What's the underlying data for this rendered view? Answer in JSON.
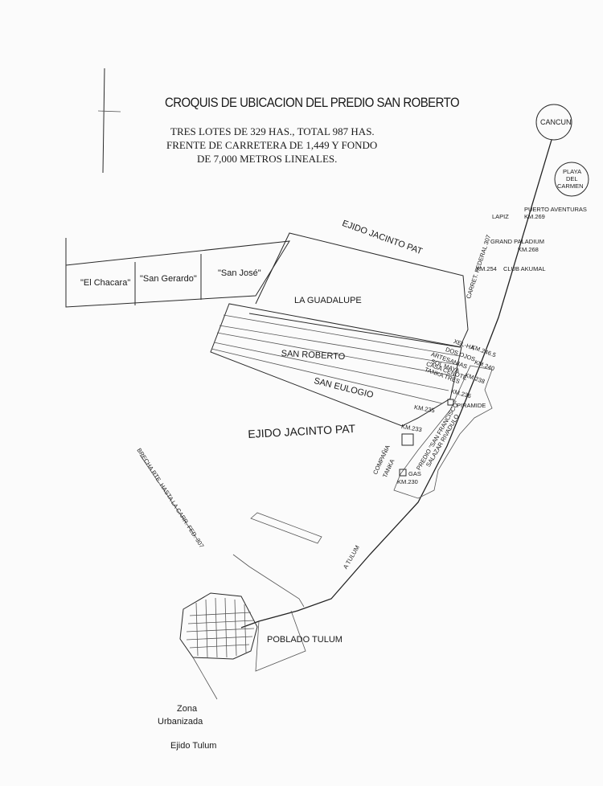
{
  "title": "CROQUIS DE UBICACION DEL PREDIO SAN ROBERTO",
  "description_lines": [
    "TRES LOTES DE 329 HAS., TOTAL 987 HAS.",
    "FRENTE DE CARRETERA DE 1,449 Y FONDO",
    "DE 7,000 METROS LINEALES."
  ],
  "cities": {
    "cancun": "CANCUN",
    "playa": [
      "PLAYA",
      "DEL",
      "CARMEN"
    ]
  },
  "highway": "CARRET. FEDERAL 307",
  "to_tulum": "A TULUM",
  "side_road": "BRECHA RTE. HASTA LA CARR. FED. 307",
  "places": {
    "puerto_aventuras": "PUERTO AVENTURAS",
    "km269": "KM.269",
    "lapiz": "LAPIZ",
    "grand_paladium": "GRAND PALADIUM",
    "km268": "KM.268",
    "km254": "KM.254",
    "club_akumal": "CLUB AKUMAL",
    "xelha": "XEL-HA",
    "km2465": "KM.246.5",
    "dos_ojos": "DOS OJOS",
    "km240": "KM.240",
    "artesanias": "ARTESANIAS",
    "sol_maya": "SOL MAYA",
    "casa_cenote": "CASA CENOTE",
    "tanka_tres": "TANKA TRES",
    "km238": "KM.238",
    "km236": "KM.236",
    "piramide": "PIRAMIDE",
    "km235": "KM.235",
    "km233": "KM.233",
    "predio_sf": "PREDIO \"SAN FRANCISCO\"",
    "salazar": "SALAZAR RIVADULO",
    "compania": "COMPAÑIA",
    "tanka": "TANKA",
    "gas": "GAS",
    "km230": "KM.230"
  },
  "parcels": {
    "ejido_top": "EJIDO JACINTO PAT",
    "el_chacara": "\"El Chacara\"",
    "san_gerardo": "\"San Gerardo\"",
    "san_jose": "\"San José\"",
    "la_guadalupe": "LA GUADALUPE",
    "san_roberto": "SAN ROBERTO",
    "san_eulogio": "SAN EULOGIO",
    "ejido_main": "EJIDO JACINTO PAT",
    "poblado": "POBLADO TULUM",
    "zona1": "Zona",
    "zona2": "Urbanizada",
    "ejido_tulum": "Ejido Tulum"
  }
}
